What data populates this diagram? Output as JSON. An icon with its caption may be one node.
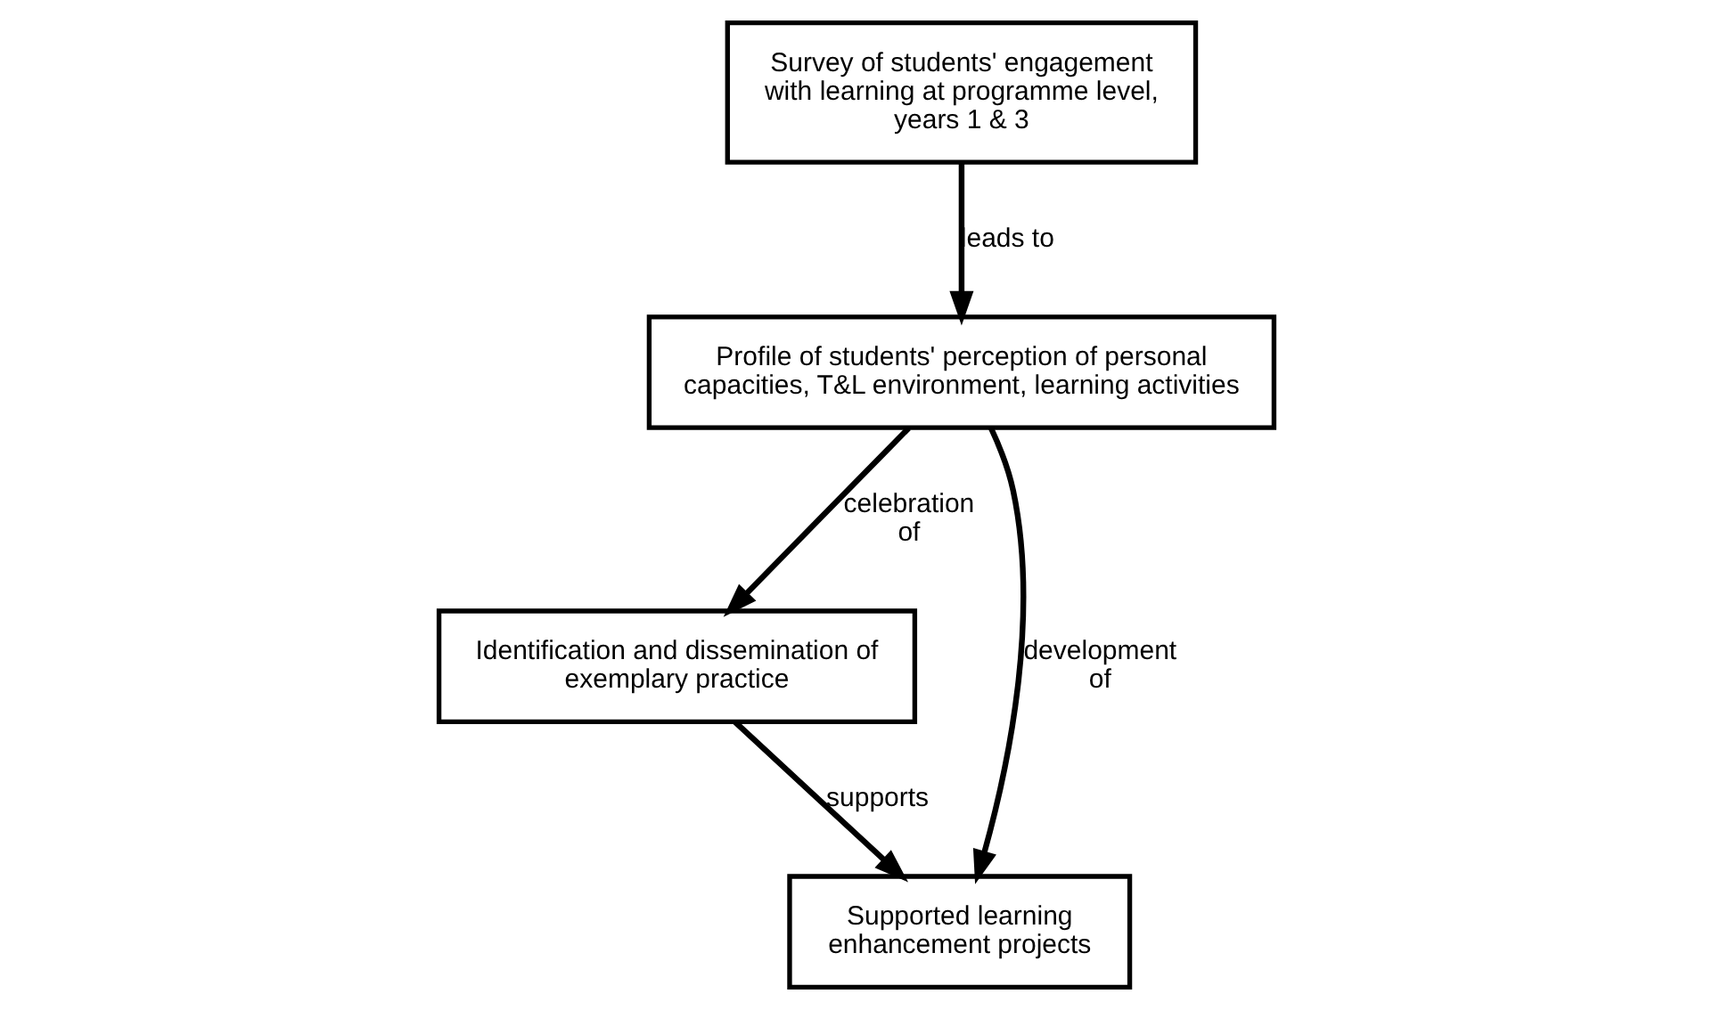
{
  "diagram": {
    "nodes": [
      {
        "text": [
          "Survey of students' engagement with learning at programme level, years 1 & 3"
        ]
      },
      {
        "text": [
          "Profile of students' perception of personal capacities, T&L environment, learning activities"
        ]
      },
      {
        "text": [
          "Identification and dissemination of exemplary practice"
        ]
      },
      {
        "text": [
          "Supported learning enhancement projects"
        ]
      }
    ],
    "edges": [
      {
        "from": 0,
        "to": 1,
        "arrow": "to",
        "label": "leads to"
      },
      {
        "from": 1,
        "to": 2,
        "arrow": "to",
        "label": "celebration of"
      },
      {
        "from": 1,
        "to": 3,
        "arrow": "to",
        "label": "development of"
      },
      {
        "from": 2,
        "to": 3,
        "arrow": "to",
        "label": "supports"
      }
    ]
  }
}
